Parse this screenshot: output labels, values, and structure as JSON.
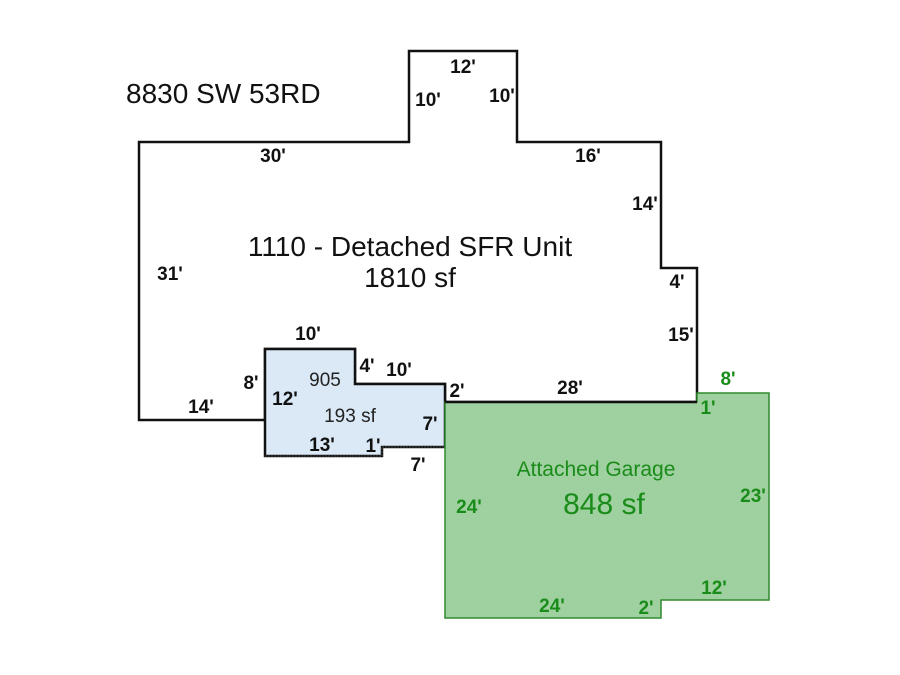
{
  "address": "8830 SW 53RD",
  "areas": {
    "main": {
      "code_label": "1110 - Detached SFR Unit",
      "area_label": "1810 sf"
    },
    "addition": {
      "code_label": "905",
      "area_label": "193 sf"
    },
    "garage": {
      "code_label": "Attached Garage",
      "area_label": "848 sf"
    }
  },
  "colors": {
    "main_outline": "#111111",
    "addition_fill": "#dbe8f6",
    "garage_fill": "#9fd09f",
    "garage_outline": "#2e8b2e",
    "black_dimension": "#111111",
    "green_dimension": "#1a8c1a"
  },
  "dimensions": {
    "main_top_bump": "12'",
    "main_bump_left": "10'",
    "main_bump_right": "10'",
    "main_top_left": "30'",
    "main_top_right": "16'",
    "main_right_upper": "14'",
    "main_right_step": "4'",
    "main_right_lower": "15'",
    "main_left": "31'",
    "main_bottom_left": "14'",
    "main_bottom_mid": "28'",
    "add_top": "10'",
    "add_left": "8'",
    "add_left_inner": "12'",
    "add_step_down": "4'",
    "add_step_across": "10'",
    "add_right_top": "2'",
    "add_right": "7'",
    "add_bottom": "13'",
    "add_bottom_step": "1'",
    "add_bottom_right": "7'",
    "garage_top_right": "8'",
    "garage_top_notch": "1'",
    "garage_right": "23'",
    "garage_left": "24'",
    "garage_bottom": "24'",
    "garage_bottom_step": "2'",
    "garage_bottom_right": "12'"
  }
}
